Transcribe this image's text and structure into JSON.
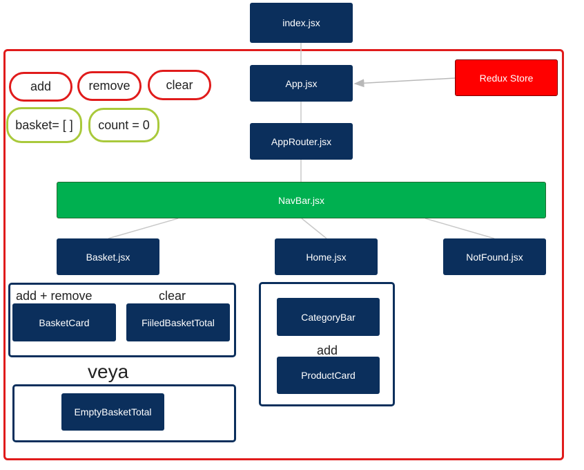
{
  "colors": {
    "node_fill": "#0b2f5c",
    "store_fill": "#ff0000",
    "navbar_fill": "#00b050",
    "outer_border": "#e01b1b",
    "action_border": "#e01b1b",
    "state_border": "#a9c93b",
    "connector": "#c8c8c8"
  },
  "nodes": {
    "index": "index.jsx",
    "app": "App.jsx",
    "redux_store": "Redux Store",
    "app_router": "AppRouter.jsx",
    "navbar": "NavBar.jsx",
    "basket": "Basket.jsx",
    "home": "Home.jsx",
    "not_found": "NotFound.jsx",
    "basket_card": "BasketCard",
    "filled_basket_total": "FiiledBasketTotal",
    "empty_basket_total": "EmptyBasketTotal",
    "category_bar": "CategoryBar",
    "product_card": "ProductCard"
  },
  "actions": [
    "add",
    "remove",
    "clear"
  ],
  "state": {
    "basket": "basket= [ ]",
    "count": "count = 0"
  },
  "annotations": {
    "basket_card": "add + remove",
    "filled_basket_total": "clear",
    "empty_group": "veya",
    "product_card": "add"
  }
}
